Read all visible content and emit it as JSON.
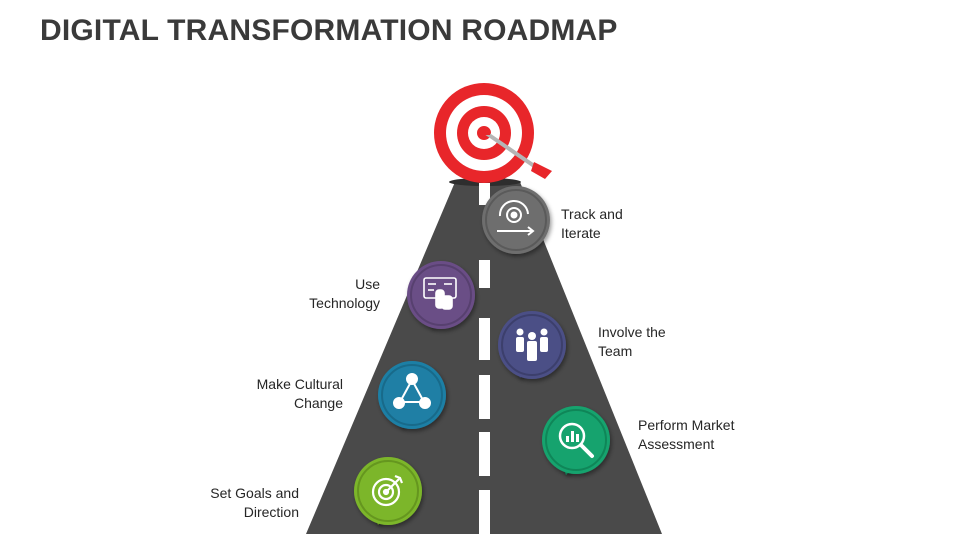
{
  "title": "DIGITAL TRANSFORMATION ROADMAP",
  "milestones": [
    {
      "line1": "Set Goals and",
      "line2": "Direction",
      "icon": "target-icon",
      "color": "#7cb62a"
    },
    {
      "line1": "Perform Market",
      "line2": "Assessment",
      "icon": "magnifier-chart-icon",
      "color": "#16a36e"
    },
    {
      "line1": "Make Cultural",
      "line2": "Change",
      "icon": "network-people-icon",
      "color": "#1f7fa5"
    },
    {
      "line1": "Involve the",
      "line2": "Team",
      "icon": "team-icon",
      "color": "#4b4f86"
    },
    {
      "line1": "Use",
      "line2": "Technology",
      "icon": "touch-technology-icon",
      "color": "#6a4e86"
    },
    {
      "line1": "Track and",
      "line2": "Iterate",
      "icon": "gear-cycle-icon",
      "color": "#6e6e6e"
    }
  ],
  "goal": {
    "icon": "bullseye-arrow-icon",
    "colors": {
      "red": "#e8262a",
      "white": "#ffffff",
      "arrow": "#b5b5b5"
    }
  },
  "road": {
    "color": "#4a4a4a",
    "dash_color": "#ffffff"
  }
}
